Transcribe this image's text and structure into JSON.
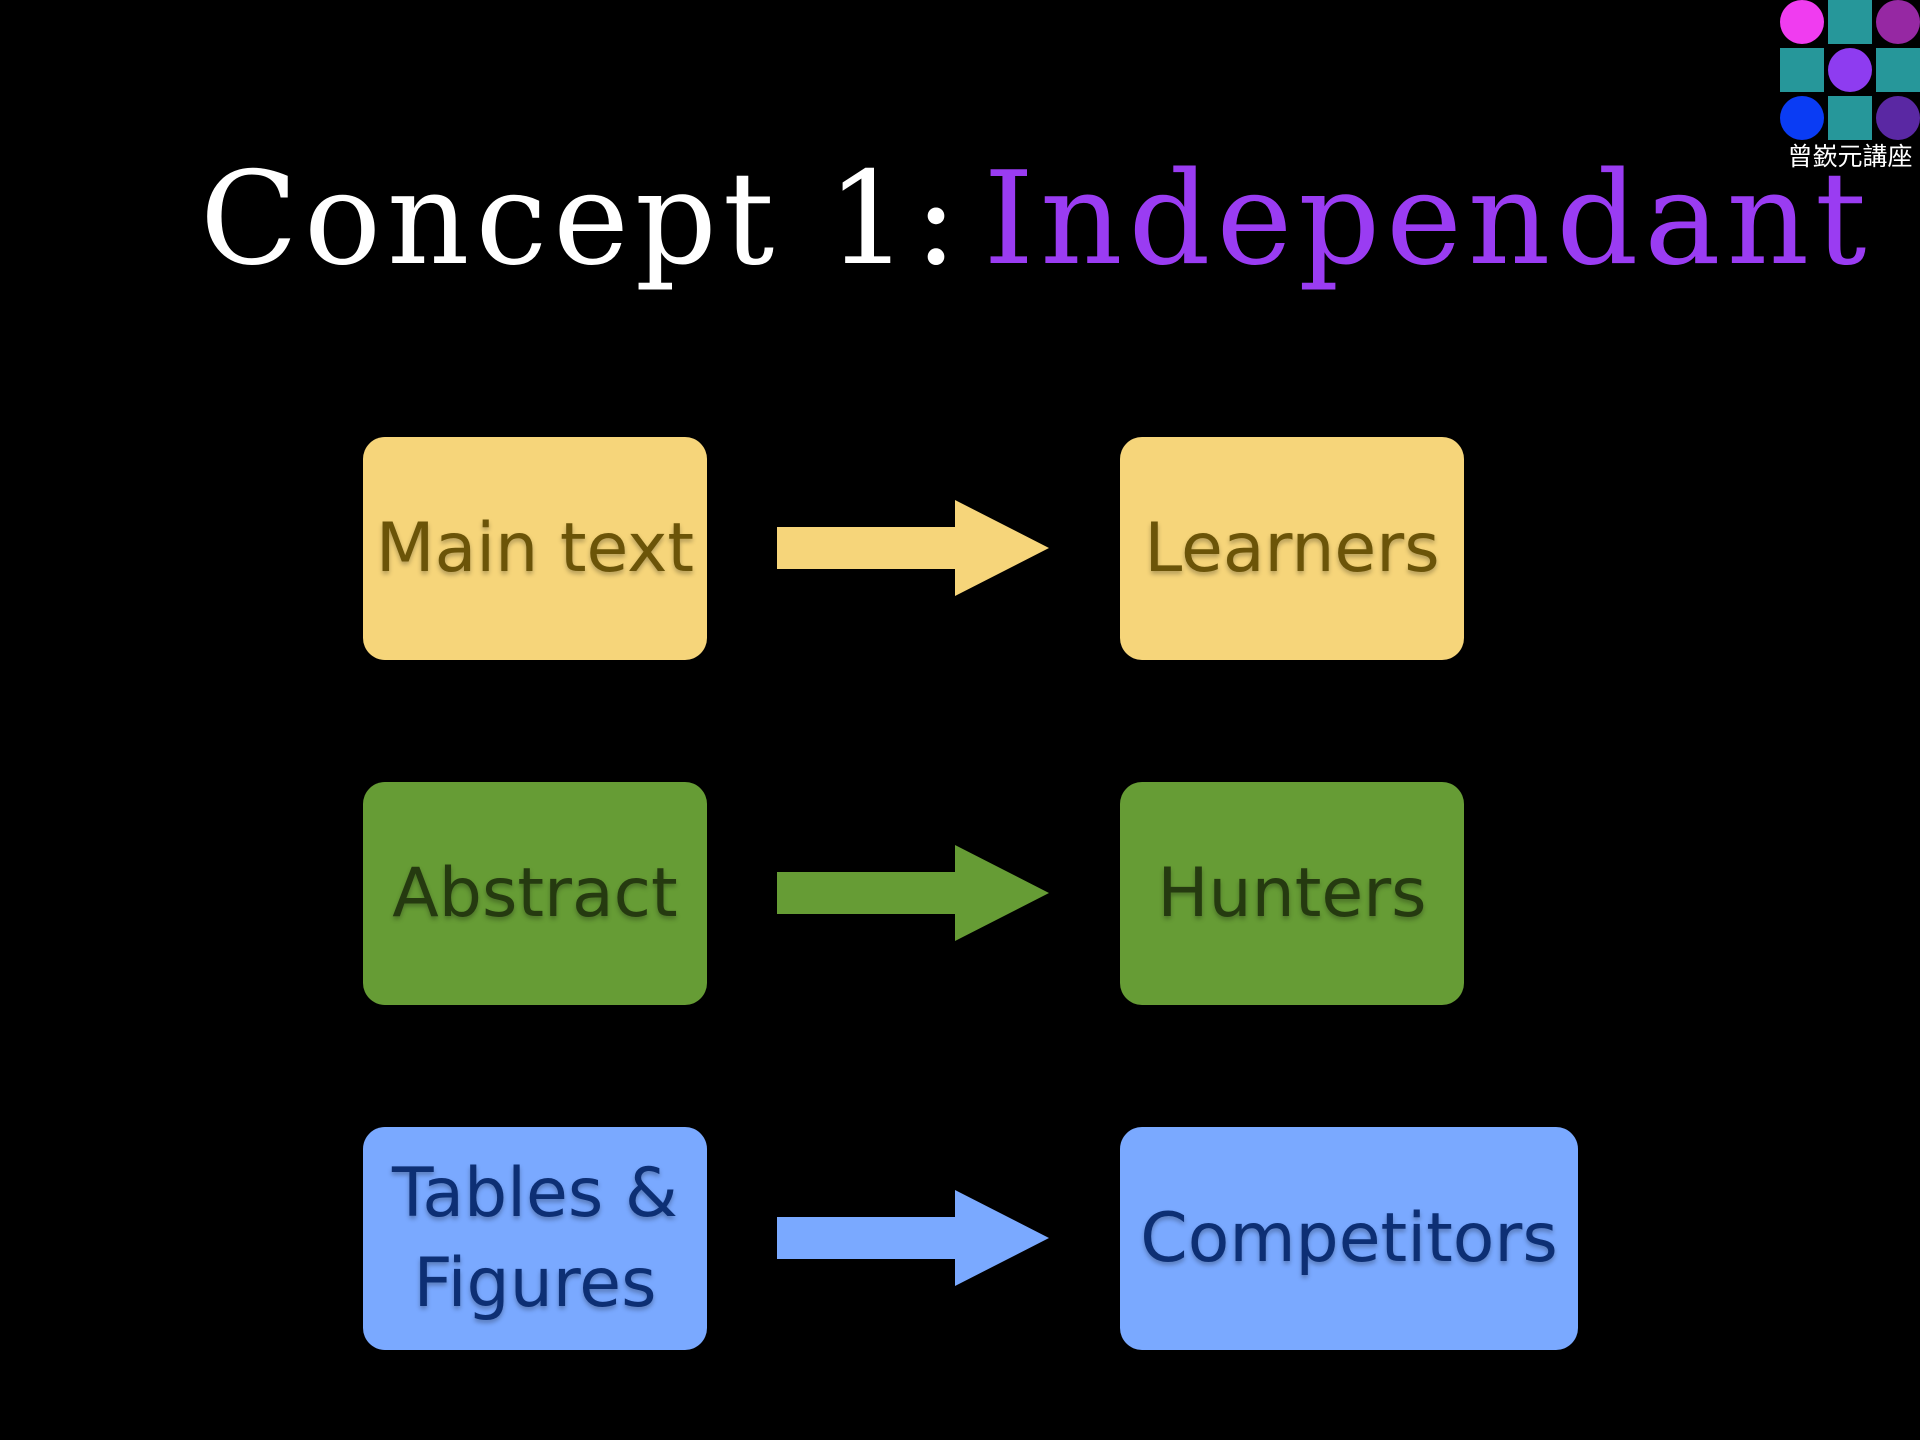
{
  "title": {
    "prefix": "Concept 1:",
    "highlight": "Independant"
  },
  "logo": {
    "caption": "曾嶔元講座"
  },
  "rows": [
    {
      "source": "Main text",
      "target": "Learners",
      "color": "#f6d57a"
    },
    {
      "source": "Abstract",
      "target": "Hunters",
      "color": "#669c35"
    },
    {
      "source": "Tables & Figures",
      "target": "Competitors",
      "color": "#7aa9ff"
    }
  ],
  "colors": {
    "background": "#000000",
    "title_text": "#ffffff",
    "title_highlight": "#9a3cf2",
    "yellow_text": "#6b5408",
    "green_text": "#253a10",
    "blue_text": "#0d2f74"
  }
}
